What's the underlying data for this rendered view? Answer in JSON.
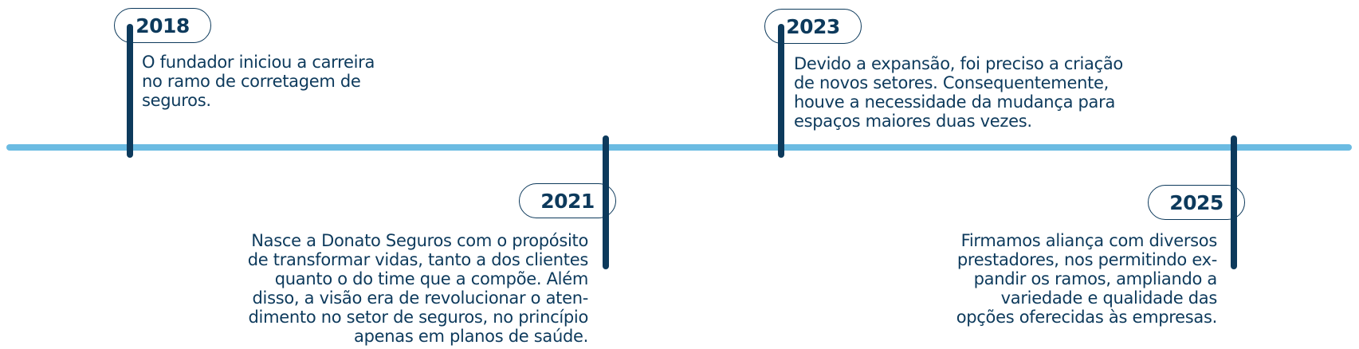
{
  "colors": {
    "axis": "#6bbbe2",
    "accent": "#0d3a5c",
    "background": "#ffffff"
  },
  "milestones": [
    {
      "year": "2018",
      "text": "O fundador iniciou a carreira\nno ramo de corretagem de\nseguros."
    },
    {
      "year": "2021",
      "text": "Nasce a Donato Seguros com o propósito\nde transformar vidas, tanto a dos clientes\nquanto o do time que a compõe. Além\ndisso, a visão era de revolucionar o aten-\ndimento no setor de seguros, no princípio\napenas em planos de saúde."
    },
    {
      "year": "2023",
      "text": "Devido a expansão, foi preciso a criação\nde novos setores. Consequentemente,\nhouve a necessidade da mudança para\nespaços maiores duas vezes."
    },
    {
      "year": "2025",
      "text": "Firmamos aliança com diversos\nprestadores, nos permitindo ex-\npandir os ramos, ampliando a\nvariedade e qualidade das\nopções oferecidas às empresas."
    }
  ]
}
